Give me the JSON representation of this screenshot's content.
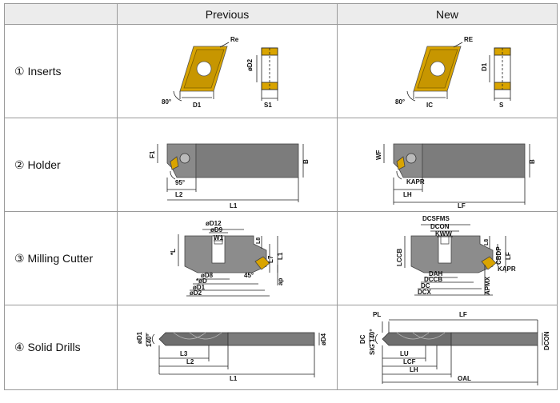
{
  "headers": {
    "label_col": "",
    "previous": "Previous",
    "new": "New"
  },
  "rows": [
    {
      "label": "① Inserts",
      "previous": {
        "re": "Re",
        "angle": "80°",
        "d1": "D1",
        "d2": "øD2",
        "s1": "S1"
      },
      "new": {
        "re": "RE",
        "angle": "80°",
        "ic": "IC",
        "d1": "D1",
        "s": "S"
      }
    },
    {
      "label": "② Holder",
      "previous": {
        "f1": "F1",
        "b": "B",
        "angle": "95°",
        "l2": "L2",
        "l1": "L1"
      },
      "new": {
        "wf": "WF",
        "b": "B",
        "kapr": "KAPR",
        "lh": "LH",
        "lf": "LF"
      }
    },
    {
      "label": "③ Milling Cutter",
      "previous": {
        "d12": "øD12",
        "d9": "øD9",
        "w1": "W1",
        "l8": "L8",
        "l": "*L",
        "l7": "L7",
        "l1": "L1",
        "d8": "øD8",
        "d": "*øD",
        "d1": "øD1",
        "d2": "øD2",
        "angle": "45°",
        "ap": "ap"
      },
      "new": {
        "dcsfms": "DCSFMS",
        "dcon": "DCON",
        "kww": "KWW",
        "l8": "L8",
        "lccb": "LCCB",
        "cbdp": "CBDP",
        "lf": "LF",
        "kapr": "KAPR",
        "dah": "DAH",
        "dccb": "DCCB",
        "dc": "DC",
        "dcx": "DCX",
        "apmx": "APMX"
      }
    },
    {
      "label": "④ Solid Drills",
      "previous": {
        "d1": "øD1",
        "angle": "140°",
        "d4": "øD4",
        "l3": "L3",
        "l2": "L2",
        "l1": "L1"
      },
      "new": {
        "pl": "PL",
        "lf": "LF",
        "dc": "DC",
        "sig": "SIG 140°",
        "dcon": "DCON",
        "lu": "LU",
        "lcf": "LCF",
        "lh": "LH",
        "oal": "OAL"
      }
    }
  ],
  "colors": {
    "insert_gold": "#d9a400",
    "body_gray": "#7c7c7c",
    "dim_line": "#222222",
    "header_bg": "#ececec",
    "border": "#9a9a9a"
  }
}
